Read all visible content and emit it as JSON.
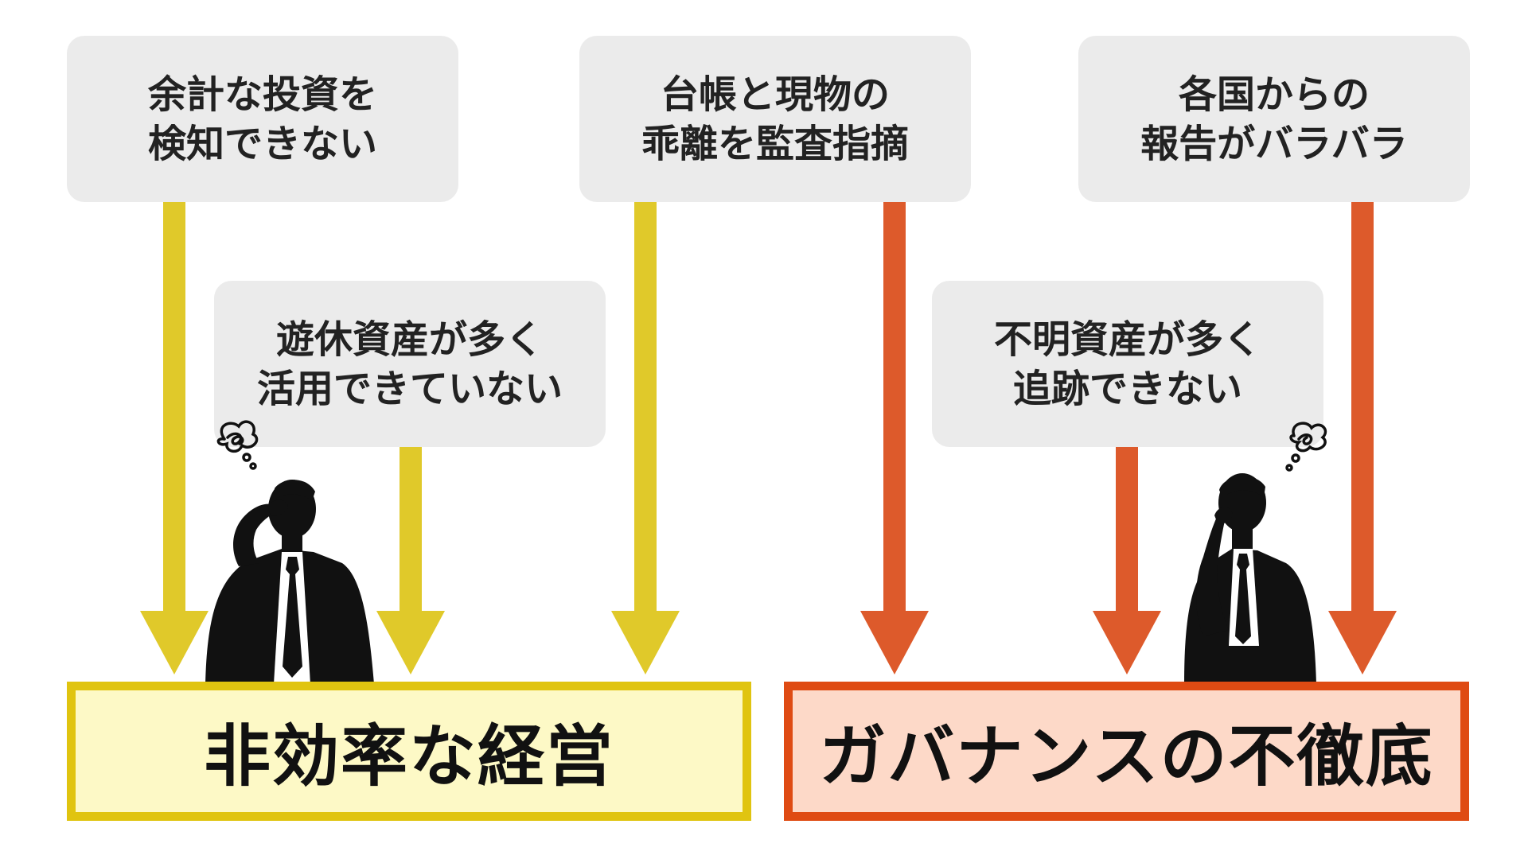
{
  "causes": [
    {
      "lines": [
        "余計な投資を",
        "検知できない"
      ]
    },
    {
      "lines": [
        "台帳と現物の",
        "乖離を監査指摘"
      ]
    },
    {
      "lines": [
        "各国からの",
        "報告がバラバラ"
      ]
    },
    {
      "lines": [
        "遊休資産が多く",
        "活用できていない"
      ]
    },
    {
      "lines": [
        "不明資産が多く",
        "追跡できない"
      ]
    }
  ],
  "results": [
    {
      "label": "非効率な経営"
    },
    {
      "label": "ガバナンスの不徹底"
    }
  ],
  "colors": {
    "yellow": "#e0c92a",
    "orange": "#dd5a2b",
    "box_gray": "#ebebeb",
    "result_yellow_fill": "#fdf9c6",
    "result_yellow_border": "#e0c410",
    "result_orange_fill": "#fdd9c8",
    "result_orange_border": "#df4b13"
  }
}
